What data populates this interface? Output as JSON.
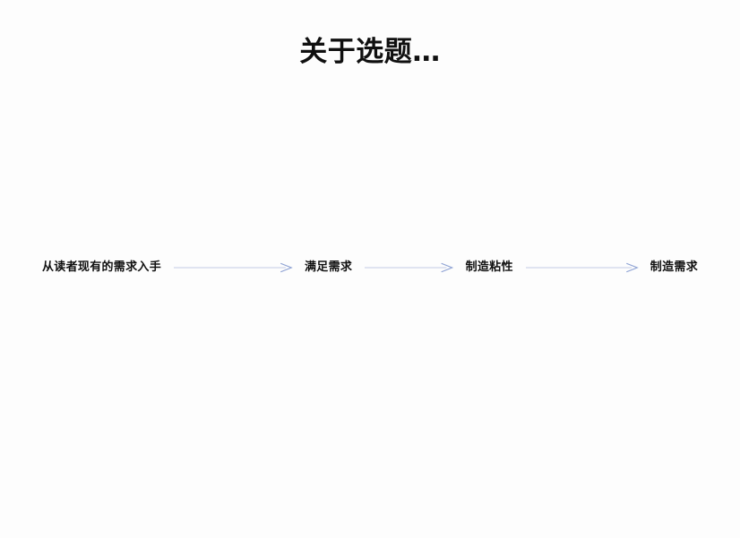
{
  "slide": {
    "background_color": "#fdfdfd",
    "title": "关于选题…",
    "title_color": "#101010"
  },
  "flow": {
    "arrow_line_color": "#c3cbe5",
    "arrow_head_color": "#8fa3d4",
    "steps": [
      {
        "label": "从读者现有的需求入手"
      },
      {
        "label": "满足需求"
      },
      {
        "label": "制造粘性"
      },
      {
        "label": "制造需求"
      }
    ],
    "arrows": [
      {
        "name": "arrow-1",
        "direction": "right"
      },
      {
        "name": "arrow-2",
        "direction": "right"
      },
      {
        "name": "arrow-3",
        "direction": "right"
      }
    ]
  }
}
